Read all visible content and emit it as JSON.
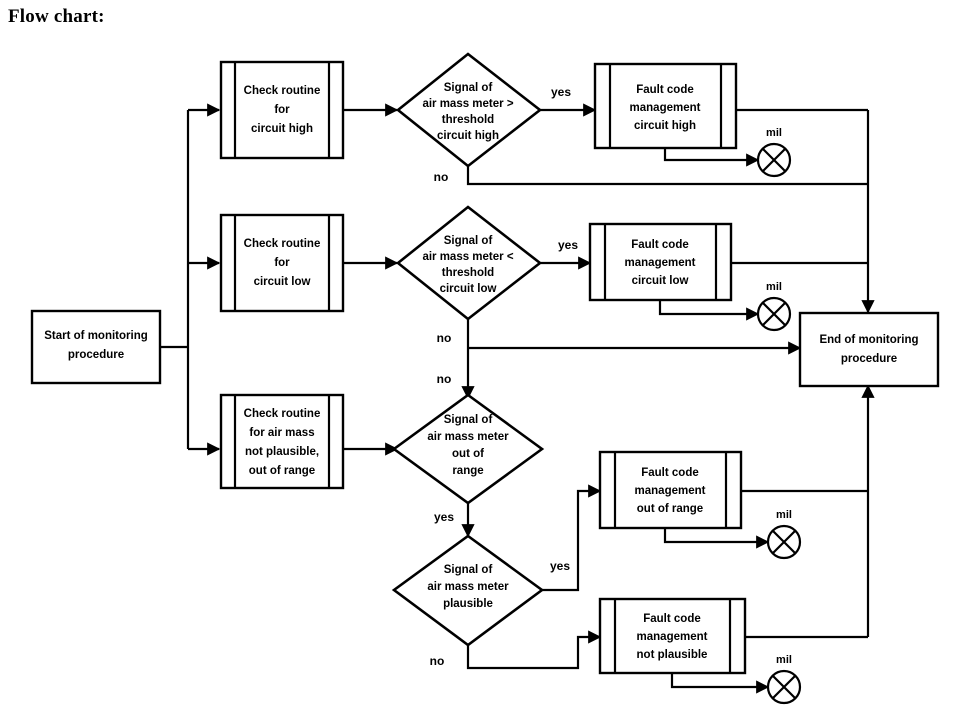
{
  "page": {
    "title": "Flow chart:",
    "background_color": "#ffffff",
    "line_color": "#000000"
  },
  "chart_data": {
    "type": "diagram",
    "diagram_kind": "flowchart",
    "title": "Flow chart:",
    "nodes": [
      {
        "id": "start",
        "shape": "process",
        "label": "Start of monitoring\nprocedure",
        "lines": [
          "Start of monitoring",
          "procedure"
        ]
      },
      {
        "id": "check_high",
        "shape": "predefined-process",
        "label": "Check routine\nfor\ncircuit high",
        "lines": [
          "Check routine",
          "for",
          "circuit high"
        ]
      },
      {
        "id": "check_low",
        "shape": "predefined-process",
        "label": "Check routine\nfor\ncircuit low",
        "lines": [
          "Check routine",
          "for",
          "circuit low"
        ]
      },
      {
        "id": "check_range",
        "shape": "predefined-process",
        "label": "Check routine\nfor air mass\nnot plausible,\nout of range",
        "lines": [
          "Check routine",
          "for air mass",
          "not plausible,",
          "out of range"
        ]
      },
      {
        "id": "dec_high",
        "shape": "decision",
        "label": "Signal of\nair mass meter >\nthreshold\ncircuit high",
        "lines": [
          "Signal of",
          "air mass meter >",
          "threshold",
          "circuit high"
        ]
      },
      {
        "id": "dec_low",
        "shape": "decision",
        "label": "Signal of\nair mass meter <\nthreshold\ncircuit low",
        "lines": [
          "Signal of",
          "air mass meter <",
          "threshold",
          "circuit low"
        ]
      },
      {
        "id": "dec_range",
        "shape": "decision",
        "label": "Signal of\nair mass meter\nout of\nrange",
        "lines": [
          "Signal of",
          "air mass meter",
          "out of",
          "range"
        ]
      },
      {
        "id": "dec_plausible",
        "shape": "decision",
        "label": "Signal of\nair mass meter\nplausible",
        "lines": [
          "Signal of",
          "air mass meter",
          "plausible"
        ]
      },
      {
        "id": "fault_high",
        "shape": "predefined-process",
        "label": "Fault code\nmanagement\ncircuit high",
        "lines": [
          "Fault code",
          "management",
          "circuit high"
        ]
      },
      {
        "id": "fault_low",
        "shape": "predefined-process",
        "label": "Fault code\nmanagement\ncircuit low",
        "lines": [
          "Fault code",
          "management",
          "circuit low"
        ]
      },
      {
        "id": "fault_range",
        "shape": "predefined-process",
        "label": "Fault code\nmanagement\nout of range",
        "lines": [
          "Fault code",
          "management",
          "out of range"
        ]
      },
      {
        "id": "fault_plaus",
        "shape": "predefined-process",
        "label": "Fault code\nmanagement\nnot plausible",
        "lines": [
          "Fault code",
          "management",
          "not plausible"
        ]
      },
      {
        "id": "end",
        "shape": "process",
        "label": "End of monitoring\nprocedure",
        "lines": [
          "End of monitoring",
          "procedure"
        ]
      },
      {
        "id": "mil_high",
        "shape": "lamp",
        "label": "mil"
      },
      {
        "id": "mil_low",
        "shape": "lamp",
        "label": "mil"
      },
      {
        "id": "mil_range",
        "shape": "lamp",
        "label": "mil"
      },
      {
        "id": "mil_plaus",
        "shape": "lamp",
        "label": "mil"
      }
    ],
    "edges": [
      {
        "from": "start",
        "to": "check_high",
        "label": ""
      },
      {
        "from": "start",
        "to": "check_low",
        "label": ""
      },
      {
        "from": "start",
        "to": "check_range",
        "label": ""
      },
      {
        "from": "check_high",
        "to": "dec_high",
        "label": ""
      },
      {
        "from": "check_low",
        "to": "dec_low",
        "label": ""
      },
      {
        "from": "check_range",
        "to": "dec_range",
        "label": ""
      },
      {
        "from": "dec_high",
        "to": "fault_high",
        "label": "yes"
      },
      {
        "from": "dec_high",
        "to": "end",
        "label": "no"
      },
      {
        "from": "dec_low",
        "to": "fault_low",
        "label": "yes"
      },
      {
        "from": "dec_low",
        "to": "end",
        "label": "no"
      },
      {
        "from": "dec_range",
        "to": "dec_plausible",
        "label": "yes"
      },
      {
        "from": "dec_plausible",
        "to": "fault_range",
        "label": "yes"
      },
      {
        "from": "dec_plausible",
        "to": "fault_plaus",
        "label": "no"
      },
      {
        "from": "fault_high",
        "to": "mil_high",
        "label": ""
      },
      {
        "from": "fault_low",
        "to": "mil_low",
        "label": ""
      },
      {
        "from": "fault_range",
        "to": "mil_range",
        "label": ""
      },
      {
        "from": "fault_plaus",
        "to": "mil_plaus",
        "label": ""
      },
      {
        "from": "fault_high",
        "to": "end",
        "label": ""
      },
      {
        "from": "fault_low",
        "to": "end",
        "label": ""
      },
      {
        "from": "fault_range",
        "to": "end",
        "label": ""
      },
      {
        "from": "fault_plaus",
        "to": "end",
        "label": ""
      }
    ],
    "edge_labels": {
      "yes_high": "yes",
      "no_high": "no",
      "yes_low": "yes",
      "no_low": "no",
      "no_low2": "no",
      "yes_range": "yes",
      "yes_plaus": "yes",
      "no_plaus": "no"
    },
    "mil_labels": {
      "high": "mil",
      "low": "mil",
      "range": "mil",
      "plausible": "mil"
    }
  }
}
